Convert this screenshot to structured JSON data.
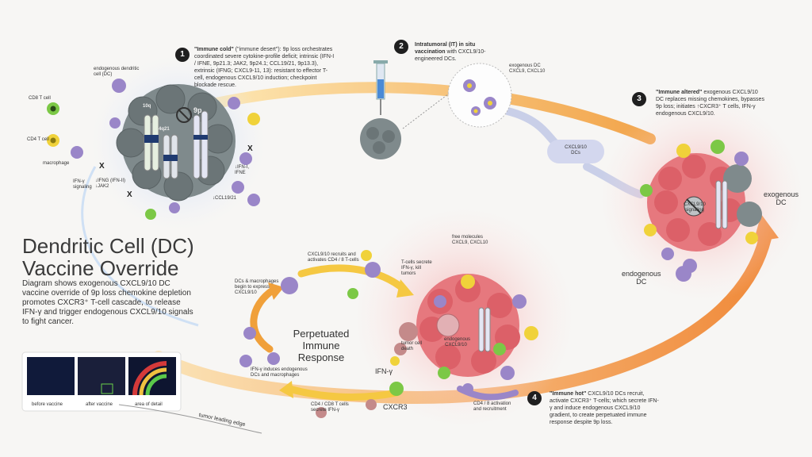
{
  "title_line1": "Dendritic Cell (DC)",
  "title_line2": "Vaccine Override",
  "description": "Diagram shows exogenous CXCL9/10 DC vaccine override of 9p loss chemokine depletion promotes CXCR3⁺ T-cell cascade, to release IFN-γ and trigger endogenous CXCL9/10 signals to fight cancer.",
  "steps": {
    "s1": {
      "num": "1",
      "bold": "\"Immune cold\"",
      "text": " (\"immune desert\"): 9p loss orchestrates coordinated severe cytokine-profile deficit; intrinsic (IFN-I / IFNE, 9p21.3; JAK2, 9p24.1; CCL19/21, 9p13.3), extrinsic (IFNG; CXCL9-11, 13): resistant to effector T-cell, endogenous CXCL9/10 induction; checkpoint blockade rescue."
    },
    "s2": {
      "num": "2",
      "bold": "Intratumoral (IT) in situ vaccination",
      "text": " with CXCL9/10-engineered DCs."
    },
    "s3": {
      "num": "3",
      "bold": "\"Immune altered\"",
      "text": " exogenous CXCL9/10 DC replaces missing chemokines, bypasses 9p loss; initiates ↑CXCR3⁺ T cells, IFN-γ endogenous CXCL9/10."
    },
    "s4": {
      "num": "4",
      "bold": "\"Immune hot\"",
      "text": " CXCL9/10 DCs recruit, activate CXCR3⁺ T-cells; which secrete IFN-γ and induce endogenous CXCL9/10 gradient, to create perpetuated immune response despite 9p loss."
    }
  },
  "labels": {
    "endogenous_dc_top": "endogenous dendritic cell (DC)",
    "cd8": "CD8 T cell",
    "cd4": "CD4 T cell",
    "macrophage": "macrophage",
    "ifn_signaling": "IFN-γ signaling",
    "ifng_list": "↓IFNG (IFN-II)\n↓JAK2",
    "ifn_i": "↓IFN-I, IFNE",
    "ccl": "↓CCL19/21",
    "chr_10q": "10q",
    "chr_4q": "4q21",
    "chr_9p": "9p",
    "exo_dc_small": "exogenous DC\nCXCL9, CXCL10",
    "cxcl_dcs": "CXCL9/10\nDCs",
    "exogenous_dc": "exogenous\nDC",
    "endogenous_dc": "endogenous\nDC",
    "recruit": "CXCL9/10 recruits and activates CD4 / 8 T-cells",
    "tcells_secrete": "T-cells secrete IFN-γ, kill tumors",
    "free_molecules": "free molecules CXCL9, CXCL10",
    "dcs_macro": "DCs & macrophages begin to express CXCL9/10",
    "ifn_induces": "IFN-γ induces endogenous DCs and macrophages",
    "perpetuated": "Perpetuated\nImmune\nResponse",
    "tumor_death": "tumor cell death",
    "ifn": "IFN-γ",
    "cxcr3": "CXCR3",
    "cd48_secrete": "CD4 / CD8 T cells secrete IFN-γ",
    "cd48_activation": "CD4 / 8 activation and recruitment",
    "before": "before vaccine",
    "after": "after vaccine",
    "detail": "area of detail",
    "leading_edge": "tumor leading edge",
    "endo_cxcl": "endogenous CXCL9/10",
    "cxcl_chem": "CXCL9/10 signaling"
  },
  "colors": {
    "cold": "#9fb8e8",
    "hot": "#f2a3a3",
    "arrow_orange": "#f0a03a",
    "arrow_yellow": "#f5c842",
    "tcell_green": "#7cc846",
    "tcell_yellow": "#f0d23a",
    "dc_purple": "#9a86c8"
  }
}
